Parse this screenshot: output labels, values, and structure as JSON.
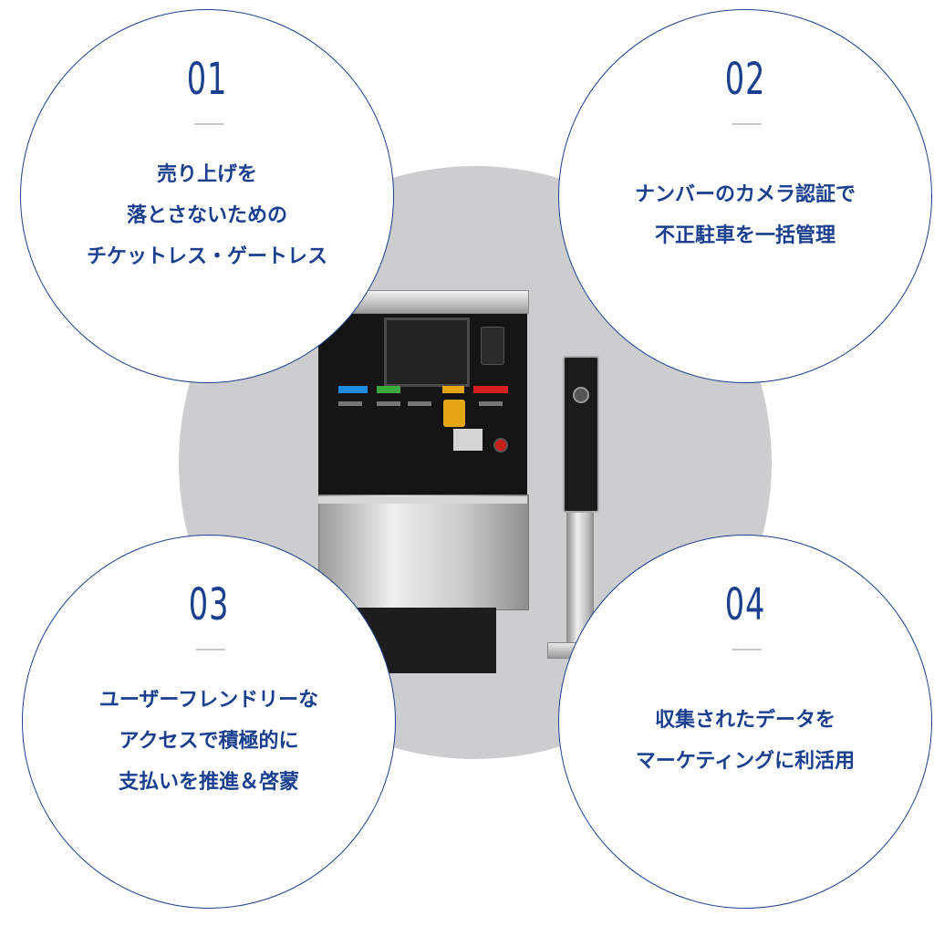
{
  "features": [
    {
      "number": "01",
      "lines": [
        "売り上げを",
        "落とさないための",
        "チケットレス・ゲートレス"
      ]
    },
    {
      "number": "02",
      "lines": [
        "ナンバーのカメラ認証で",
        "不正駐車を一括管理"
      ]
    },
    {
      "number": "03",
      "lines": [
        "ユーザーフレンドリーな",
        "アクセスで積極的に",
        "支払いを推進＆啓蒙"
      ]
    },
    {
      "number": "04",
      "lines": [
        "収集されたデータを",
        "マーケティングに利活用"
      ]
    }
  ],
  "colors": {
    "accent": "#1a3f8f",
    "disc": "#cccdce",
    "divider": "#c8c8c8"
  },
  "images": {
    "machine": "parking-payment-machine",
    "pole": "license-plate-camera-pole"
  }
}
